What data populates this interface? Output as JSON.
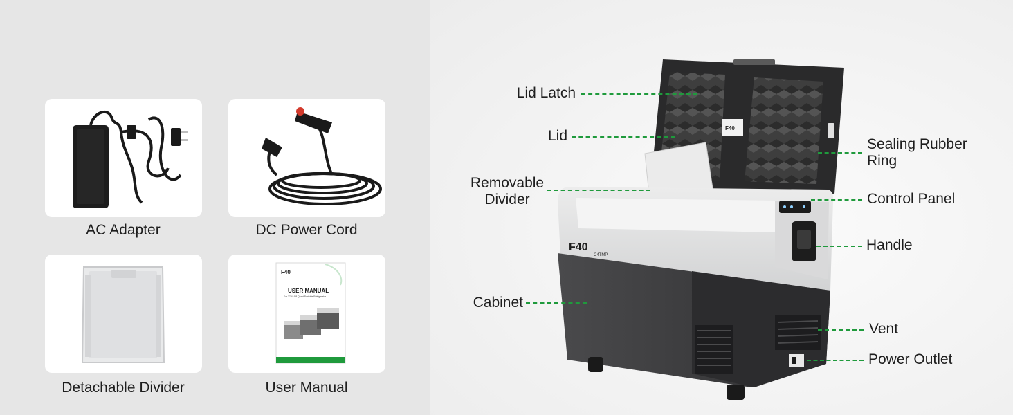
{
  "accessories": [
    {
      "label": "AC Adapter",
      "icon": "ac-adapter-image"
    },
    {
      "label": "DC Power Cord",
      "icon": "dc-power-cord-image"
    },
    {
      "label": "Detachable Divider",
      "icon": "divider-image"
    },
    {
      "label": "User Manual",
      "icon": "user-manual-image"
    }
  ],
  "manual": {
    "brand": "F40",
    "title": "USER MANUAL",
    "subtitle": "For 37/41/58 Quart Portable Refrigerator"
  },
  "fridge": {
    "model_badge": "F40",
    "model_sub": "C4TMP",
    "lid_badge": "F40"
  },
  "callouts": {
    "lid_latch": "Lid Latch",
    "lid": "Lid",
    "removable_divider_line1": "Removable",
    "removable_divider_line2": "Divider",
    "cabinet": "Cabinet",
    "sealing_line1": "Sealing Rubber",
    "sealing_line2": "Ring",
    "control_panel": "Control Panel",
    "handle": "Handle",
    "vent": "Vent",
    "power_outlet": "Power Outlet"
  },
  "colors": {
    "left_background": "#e6e6e6",
    "right_background": "#f4f4f4",
    "leader_green": "#1f9a3c",
    "cabinet_dark": "#3b3b3d",
    "cabinet_light": "#e3e4e5"
  }
}
